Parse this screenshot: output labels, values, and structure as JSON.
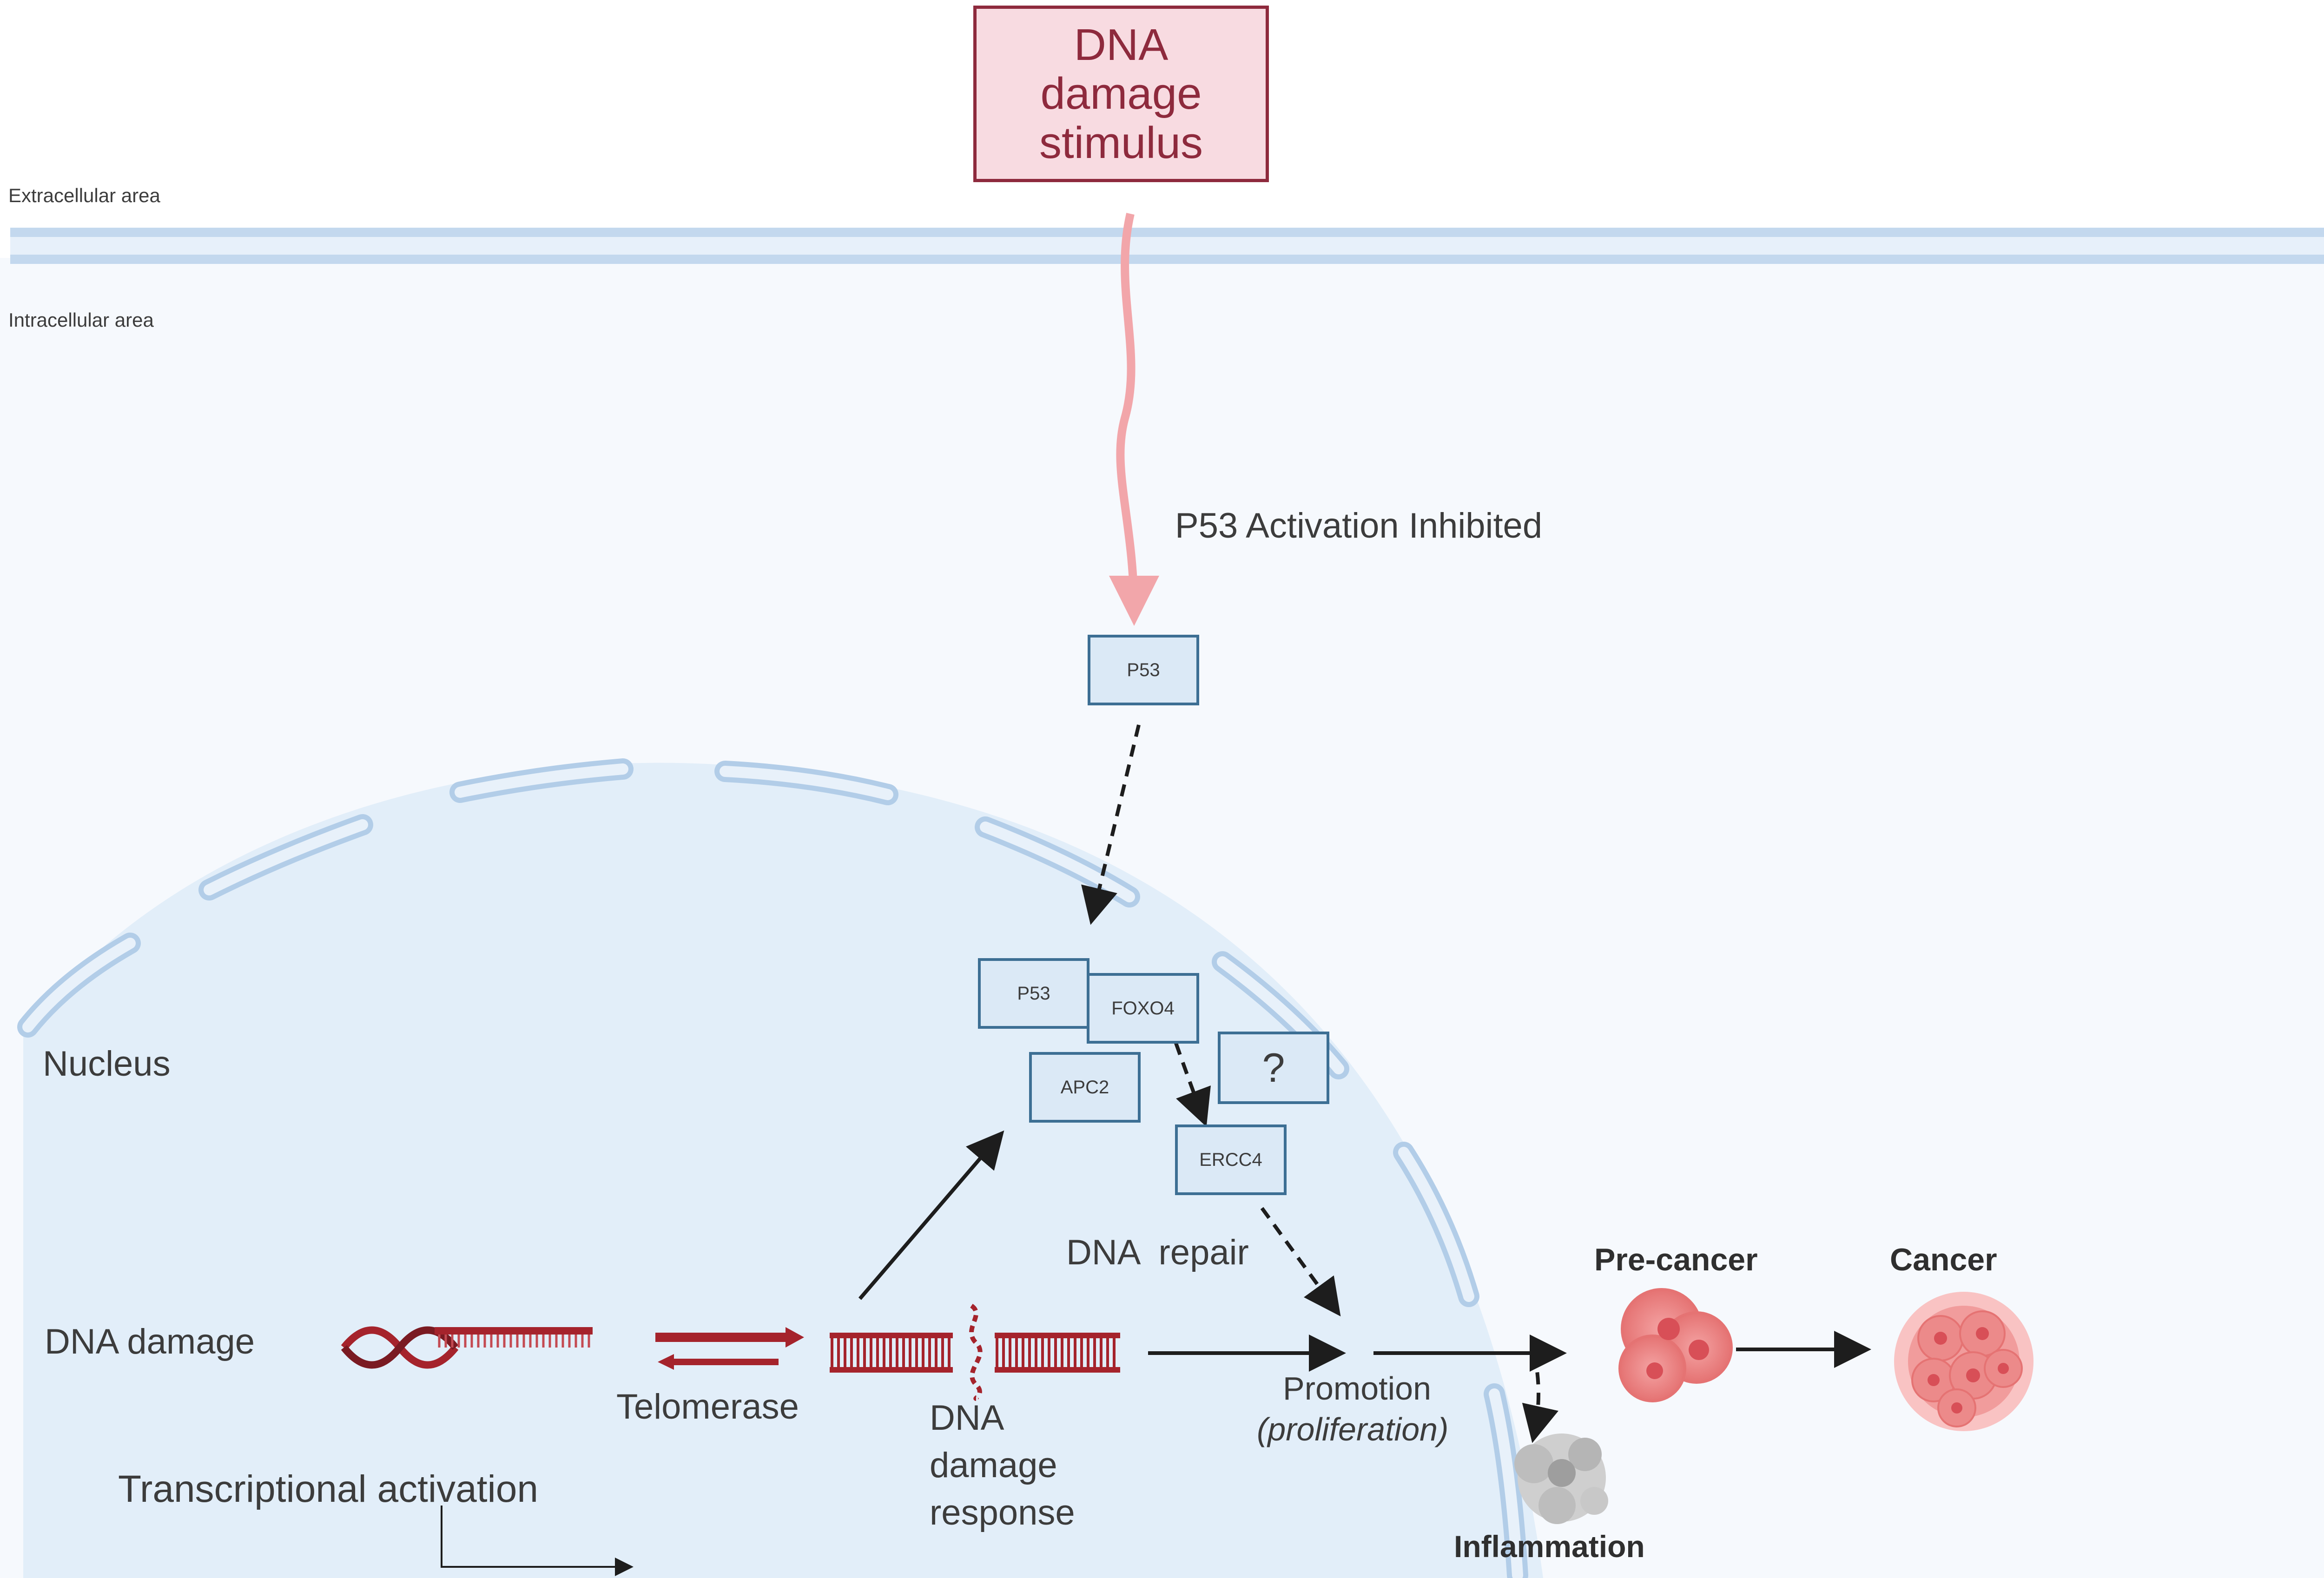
{
  "areas": {
    "extracellular": "Extracellular area",
    "intracellular": "Intracellular area",
    "nucleus": "Nucleus"
  },
  "stimulus": {
    "line1": "DNA",
    "line2": "damage",
    "line3": "stimulus"
  },
  "p53_label": "P53 Activation Inhibited",
  "proteins": {
    "p53_cytoplasm": "P53",
    "p53_nucleus": "P53",
    "foxo4": "FOXO4",
    "apc2": "APC2",
    "unknown": "?",
    "ercc4": "ERCC4"
  },
  "labels": {
    "dna_damage": "DNA damage",
    "telomerase": "Telomerase",
    "ddr_line1": "DNA",
    "ddr_line2": "damage",
    "ddr_line3": "response",
    "dna_repair": "DNA  repair",
    "promotion": "Promotion",
    "proliferation": "(proliferation)",
    "transcriptional": "Transcriptional activation",
    "precancer": "Pre-cancer",
    "cancer": "Cancer",
    "inflammation": "Inflammation"
  },
  "colors": {
    "membrane": "#c3d8ee",
    "nucleus_fill": "#e2eef9",
    "cytoplasm_fill": "#f6f9fd",
    "stimulus_border": "#8e2a3d",
    "stimulus_fill": "#f8dbe1",
    "pink_arrow": "#f2a6aa",
    "dna_red": "#a5232c",
    "cell_pink": "#ec8a8a"
  }
}
